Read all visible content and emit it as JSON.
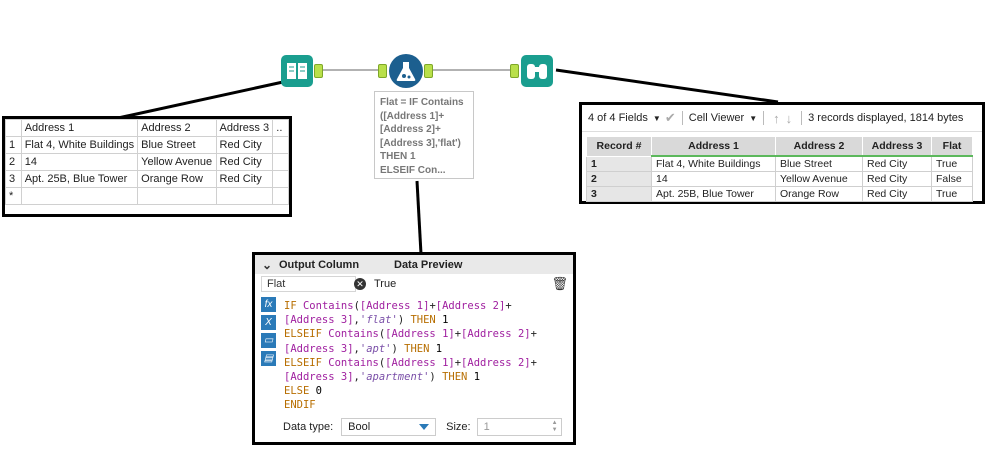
{
  "annotation": {
    "lines": [
      "Flat = IF Contains",
      "([Address 1]+",
      "[Address 2]+",
      "[Address 3],'flat')",
      "THEN 1",
      "ELSEIF Con..."
    ]
  },
  "input_table": {
    "headers": [
      "Address 1",
      "Address 2",
      "Address 3"
    ],
    "rows": [
      {
        "num": "1",
        "a1": "Flat 4, White Buildings",
        "a2": "Blue Street",
        "a3": "Red City"
      },
      {
        "num": "2",
        "a1": "14",
        "a2": "Yellow Avenue",
        "a3": "Red City"
      },
      {
        "num": "3",
        "a1": "Apt. 25B, Blue Tower",
        "a2": "Orange Row",
        "a3": "Red City"
      }
    ],
    "new_row_marker": "*"
  },
  "browse": {
    "fields_label": "4 of 4 Fields",
    "viewer_label": "Cell Viewer",
    "status": "3 records displayed, 1814 bytes",
    "headers": [
      "Record #",
      "Address 1",
      "Address 2",
      "Address 3",
      "Flat"
    ],
    "rows": [
      {
        "rec": "1",
        "a1": "Flat 4, White Buildings",
        "a2": "Blue Street",
        "a3": "Red City",
        "flat": "True"
      },
      {
        "rec": "2",
        "a1": "14",
        "a2": "Yellow Avenue",
        "a3": "Red City",
        "flat": "False"
      },
      {
        "rec": "3",
        "a1": "Apt. 25B, Blue Tower",
        "a2": "Orange Row",
        "a3": "Red City",
        "flat": "True"
      }
    ]
  },
  "formula": {
    "col_header_output": "Output Column",
    "col_header_preview": "Data Preview",
    "output_column": "Flat",
    "preview_value": "True",
    "data_type_label": "Data type:",
    "data_type": "Bool",
    "size_label": "Size:",
    "size_value": "1"
  },
  "colors": {
    "tool_teal": "#1a9e8f",
    "tool_blue": "#1c5f8f",
    "anchor_green": "#b9e04a"
  }
}
